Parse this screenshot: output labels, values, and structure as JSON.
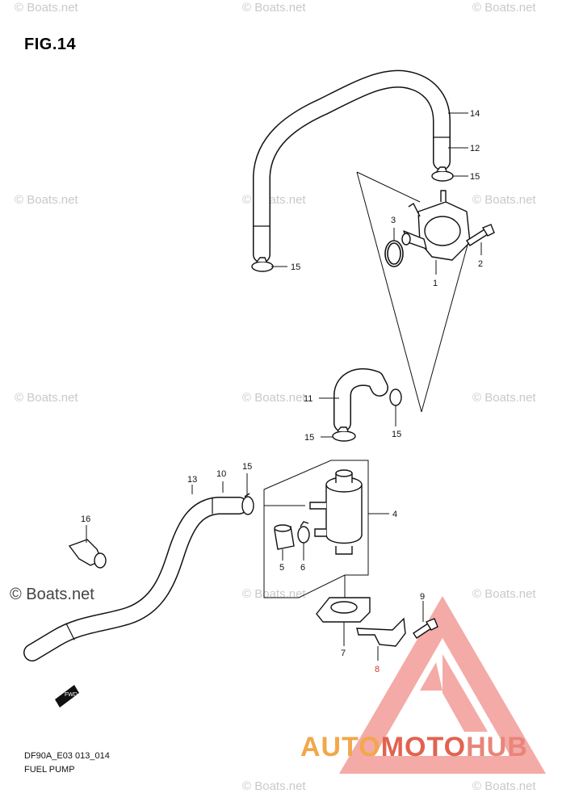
{
  "figure": {
    "title": "FIG.14",
    "code": "DF90A_E03 013_014",
    "caption": "FUEL PUMP"
  },
  "watermark": {
    "text": "© Boats.net",
    "emphasis_text": "© Boats.net"
  },
  "brand": {
    "part1": "AUTO",
    "part2": "MOTO",
    "part3": "HUB"
  },
  "direction_marker": {
    "text": "FWD"
  },
  "parts": {
    "p1": "1",
    "p2": "2",
    "p3": "3",
    "p4": "4",
    "p5": "5",
    "p6": "6",
    "p7": "7",
    "p8": "8",
    "p9": "9",
    "p10": "10",
    "p11": "11",
    "p12": "12",
    "p13": "13",
    "p14": "14",
    "p15a": "15",
    "p15b": "15",
    "p15c": "15",
    "p15d": "15",
    "p15e": "15",
    "p16": "16"
  },
  "colors": {
    "line": "#111111",
    "watermark": "#c9c9c9",
    "highlight_part": "#d23a2a",
    "logo_orange": "#f2a74a",
    "logo_red": "#e2624f",
    "logo_pink": "#e8857a"
  }
}
